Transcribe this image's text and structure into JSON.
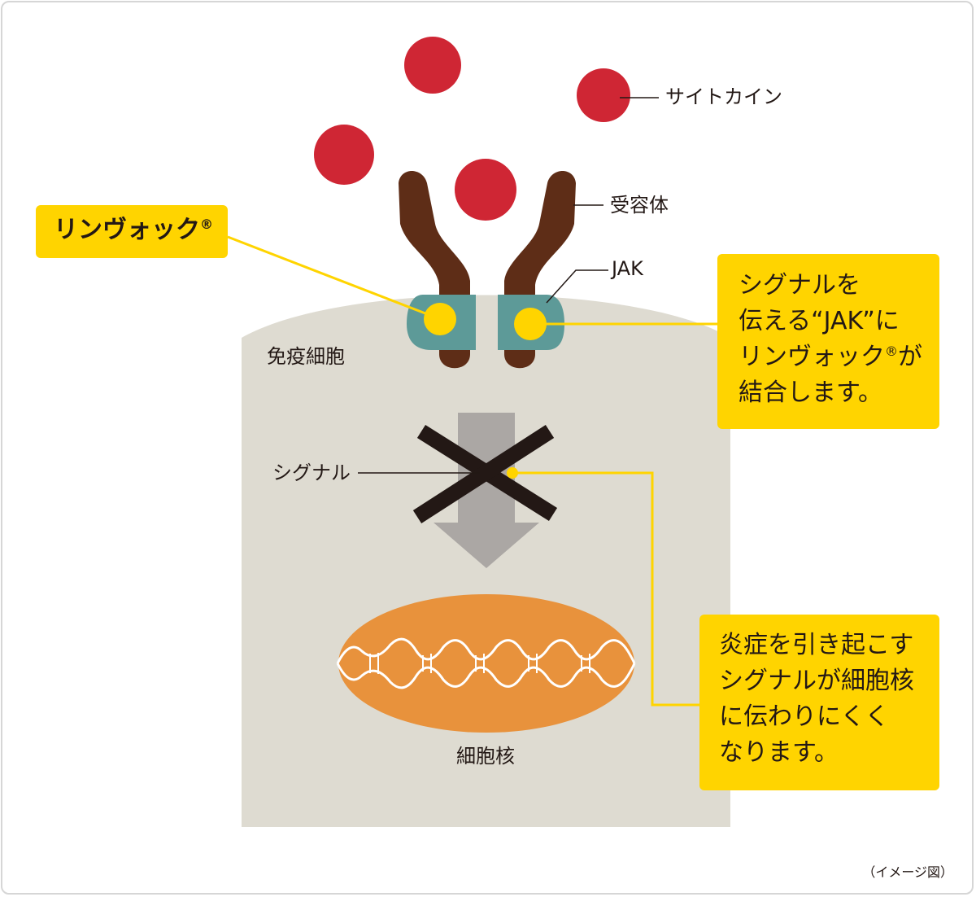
{
  "labels": {
    "cytokine": "サイトカイン",
    "receptor": "受容体",
    "jak": "JAK",
    "immune_cell": "免疫細胞",
    "signal": "シグナル",
    "nucleus": "細胞核"
  },
  "drug_box": {
    "name": "リンヴォック",
    "mark": "®"
  },
  "callout_jak": {
    "line1": "シグナルを",
    "line2": "伝える“JAK”に",
    "line3_name": "リンヴォック",
    "line3_mark": "®",
    "line3_tail": "が",
    "line4": "結合します。"
  },
  "callout_signal": {
    "line1": "炎症を引き起こす",
    "line2": "シグナルが細胞核",
    "line3": "に伝わりにくく",
    "line4": "なります。"
  },
  "note": "（イメージ図）",
  "colors": {
    "cell": "#dedbd1",
    "cytokine": "#cf2634",
    "receptor": "#5e2d17",
    "jak": "#5d9a98",
    "drug": "#ffd400",
    "nucleus": "#e8923c",
    "signal_arrow": "#aba7a4",
    "cross": "#231815"
  }
}
